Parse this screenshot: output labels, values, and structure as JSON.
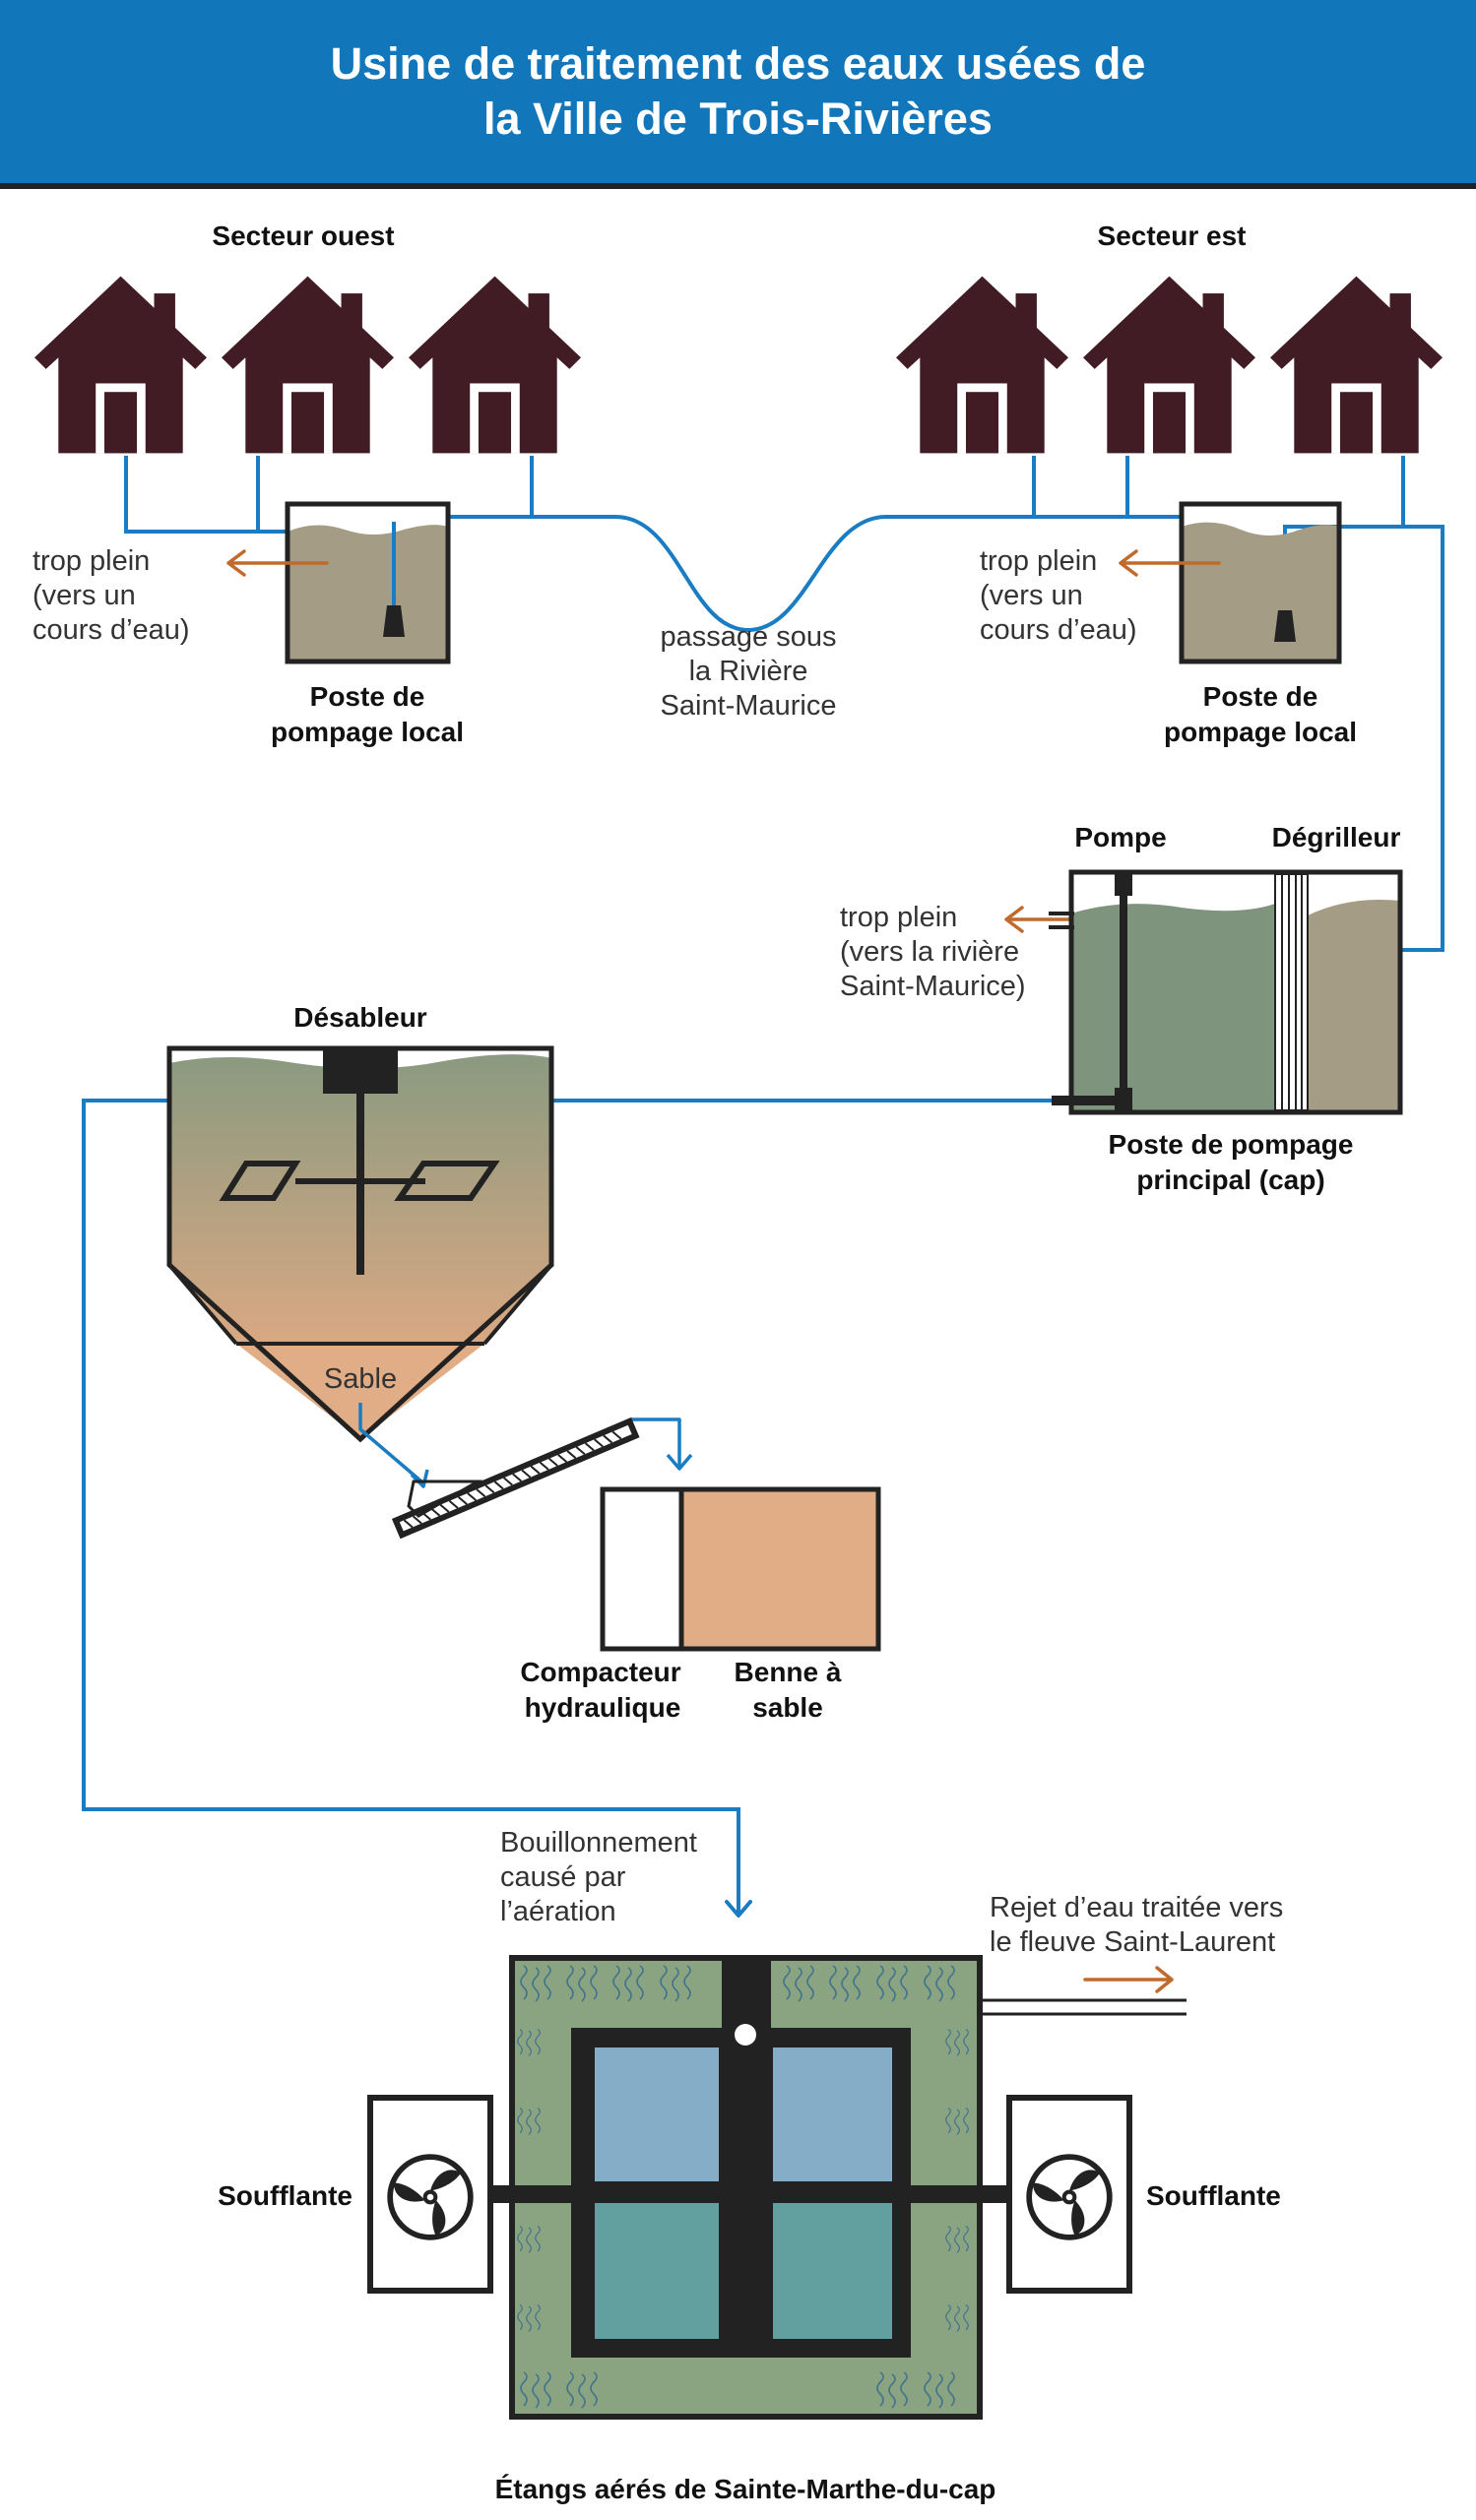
{
  "title": {
    "line1": "Usine de traitement des eaux usées de",
    "line2": "la Ville de Trois-Rivières"
  },
  "sectors": {
    "west": "Secteur ouest",
    "east": "Secteur est"
  },
  "overflow_local_left": [
    "trop plein",
    "(vers un",
    "cours d’eau)"
  ],
  "overflow_local_right": [
    "trop plein",
    "(vers un",
    "cours d’eau)"
  ],
  "local_station_left": [
    "Poste de",
    "pompage local"
  ],
  "local_station_right": [
    "Poste de",
    "pompage local"
  ],
  "river_crossing": [
    "passage sous",
    "la Rivière",
    "Saint-Maurice"
  ],
  "main_station": {
    "pump": "Pompe",
    "screen": "Dégrilleur",
    "overflow": [
      "trop plein",
      "(vers la rivière",
      "Saint-Maurice)"
    ],
    "label": [
      "Poste de pompage",
      "principal (cap)"
    ]
  },
  "grit_chamber": {
    "label": "Désableur",
    "sand": "Sable"
  },
  "compactor": [
    "Compacteur",
    "hydraulique"
  ],
  "sand_bin": [
    "Benne à",
    "sable"
  ],
  "aeration_note": [
    "Bouillonnement",
    "causé par",
    "l’aération"
  ],
  "discharge_note": [
    "Rejet d’eau traitée vers",
    "le fleuve Saint-Laurent"
  ],
  "blower_left": "Soufflante",
  "blower_right": "Soufflante",
  "ponds_label": "Étangs aérés de Sainte-Marthe-du-cap",
  "colors": {
    "header": "#1276bb",
    "house": "#421c24",
    "pipe": "#1a7cc2",
    "overflow_arrow": "#c06a2c",
    "sewage": "#a59c86",
    "sand": "#e0ad86",
    "pond_blue": "#85adc8",
    "pond_teal": "#62a0a0",
    "pond_green": "#8aa380",
    "outline": "#222222"
  },
  "icons": [
    "house-icon",
    "fan-icon",
    "arrow-icon",
    "auger-conveyor-icon",
    "mixer-icon"
  ]
}
